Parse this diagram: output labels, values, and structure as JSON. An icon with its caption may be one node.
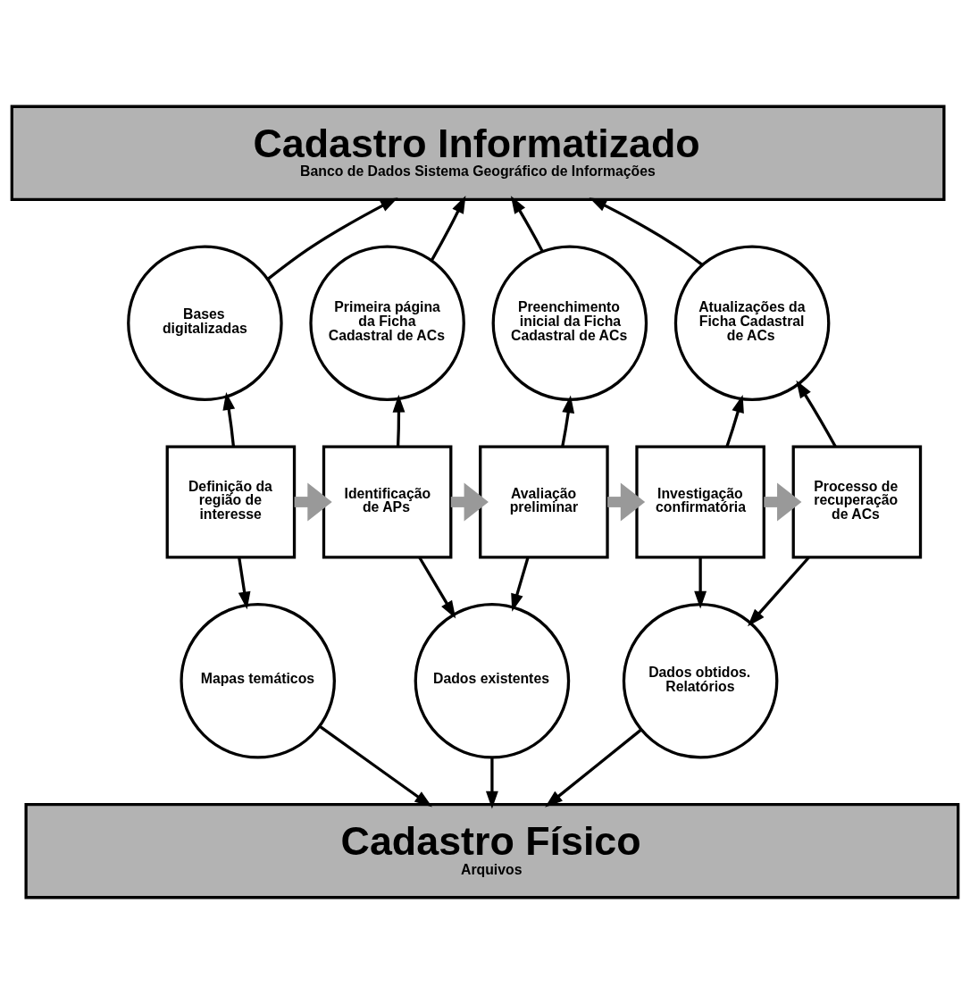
{
  "diagram": {
    "nodes": [
      {
        "text": [
          "Cadastro Informatizado",
          "Banco de Dados Sistema Geográfico de Informações"
        ]
      },
      {
        "text": [
          "Bases digitalizadas"
        ]
      },
      {
        "text": [
          "Primeira página da Ficha Cadastral de ACs"
        ]
      },
      {
        "text": [
          "Preenchimento inicial da Ficha Cadastral de ACs"
        ]
      },
      {
        "text": [
          "Atualizações da Ficha Cadastral de ACs"
        ]
      },
      {
        "text": [
          "Definição da região de interesse"
        ]
      },
      {
        "text": [
          "Identificação de APs"
        ]
      },
      {
        "text": [
          "Avaliação preliminar"
        ]
      },
      {
        "text": [
          "Investigação confirmatória"
        ]
      },
      {
        "text": [
          "Processo de recuperação de ACs"
        ]
      },
      {
        "text": [
          "Mapas temáticos"
        ]
      },
      {
        "text": [
          "Dados existentes"
        ]
      },
      {
        "text": [
          "Dados obtidos. Relatórios"
        ]
      },
      {
        "text": [
          "Cadastro Físico",
          "Arquivos"
        ]
      }
    ],
    "edges": [
      {
        "from": 5,
        "to": 1,
        "arrow": "to"
      },
      {
        "from": 1,
        "to": 0,
        "arrow": "to"
      },
      {
        "from": 6,
        "to": 2,
        "arrow": "to"
      },
      {
        "from": 2,
        "to": 0,
        "arrow": "to"
      },
      {
        "from": 7,
        "to": 3,
        "arrow": "to"
      },
      {
        "from": 3,
        "to": 0,
        "arrow": "to"
      },
      {
        "from": 8,
        "to": 4,
        "arrow": "to"
      },
      {
        "from": 9,
        "to": 4,
        "arrow": "to"
      },
      {
        "from": 4,
        "to": 0,
        "arrow": "to"
      },
      {
        "from": 5,
        "to": 6,
        "arrow": "to",
        "style": "thick",
        "color": "#999999"
      },
      {
        "from": 6,
        "to": 7,
        "arrow": "to",
        "style": "thick",
        "color": "#999999"
      },
      {
        "from": 7,
        "to": 8,
        "arrow": "to",
        "style": "thick",
        "color": "#999999"
      },
      {
        "from": 8,
        "to": 9,
        "arrow": "to",
        "style": "thick",
        "color": "#999999"
      },
      {
        "from": 5,
        "to": 10,
        "arrow": "to"
      },
      {
        "from": 10,
        "to": 13,
        "arrow": "to"
      },
      {
        "from": 6,
        "to": 11,
        "arrow": "to"
      },
      {
        "from": 7,
        "to": 11,
        "arrow": "to"
      },
      {
        "from": 11,
        "to": 13,
        "arrow": "to"
      },
      {
        "from": 8,
        "to": 12,
        "arrow": "to"
      },
      {
        "from": 9,
        "to": 12,
        "arrow": "to"
      },
      {
        "from": 12,
        "to": 13,
        "arrow": "to"
      }
    ]
  }
}
